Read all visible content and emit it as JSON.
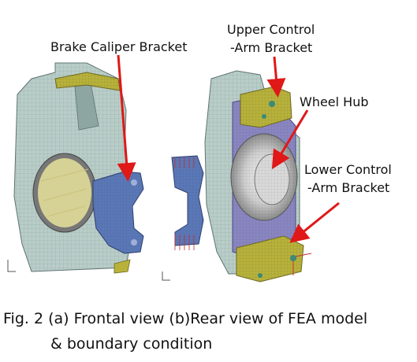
{
  "labels": {
    "brake_caliper_bracket": "Brake Caliper Bracket",
    "upper_control_arm_line1": "Upper Control",
    "upper_control_arm_line2": "-Arm Bracket",
    "wheel_hub": "Wheel Hub",
    "lower_control_arm_line1": "Lower Control",
    "lower_control_arm_line2": "-Arm Bracket"
  },
  "caption": {
    "line1": "Fig. 2 (a) Frontal view (b)Rear view of FEA model",
    "line2": "& boundary condition"
  },
  "colors": {
    "knuckle_body": "#b9cdc8",
    "caliper_bracket": "#5a78b8",
    "upper_lower_brackets": "#b8b23a",
    "wheel_hub": "#c8c8c8",
    "rear_face": "#8a86c2",
    "arrow": "#e01818"
  }
}
